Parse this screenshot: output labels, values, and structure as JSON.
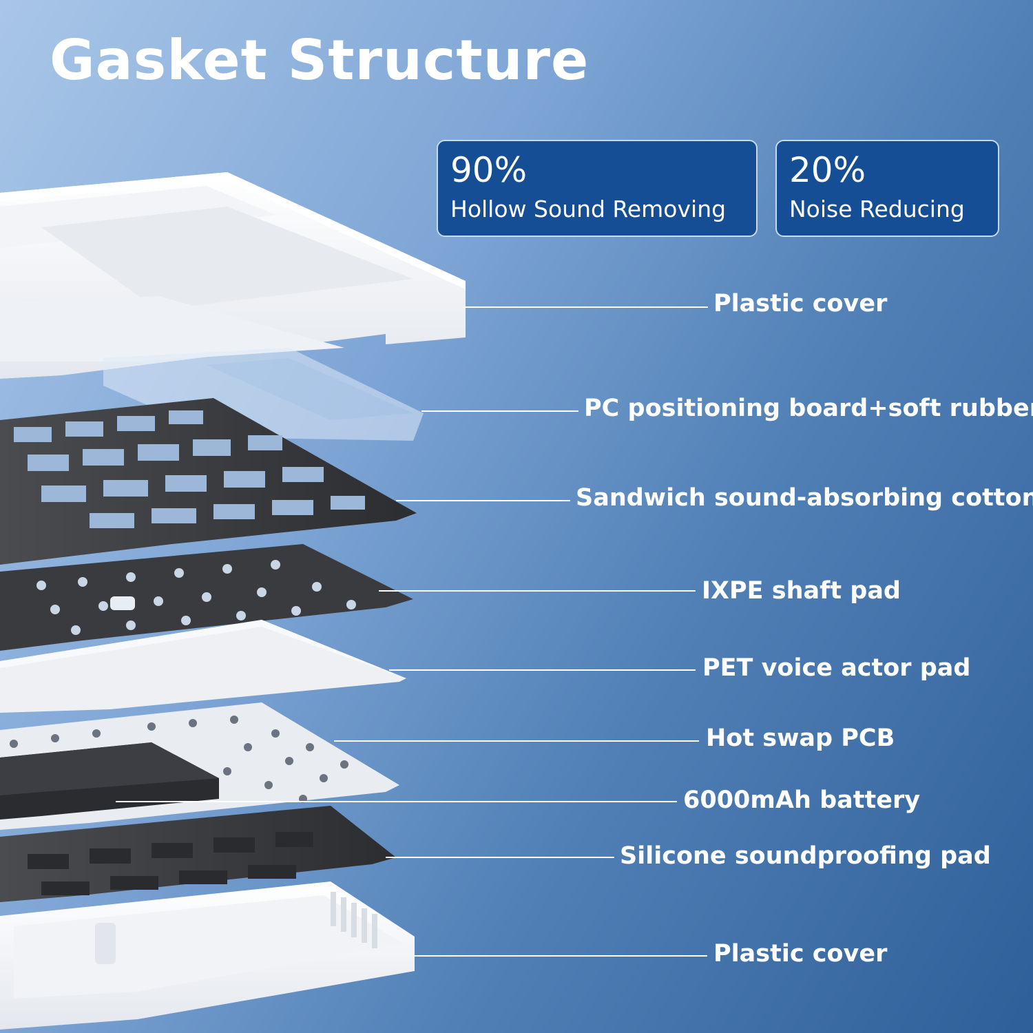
{
  "title": "Gasket Structure",
  "stats": [
    {
      "value": "90%",
      "label": "Hollow Sound Removing"
    },
    {
      "value": "20%",
      "label": "Noise Reducing"
    }
  ],
  "layers": [
    "Plastic cover",
    "PC positioning board+soft rubber",
    "Sandwich sound-absorbing cotton",
    "IXPE shaft pad",
    "PET voice actor pad",
    "Hot swap PCB",
    "6000mAh battery",
    "Silicone soundproofing pad",
    "Plastic cover"
  ],
  "colors": {
    "background_light": "#a9c6e8",
    "background_dark": "#2f5f98",
    "stat_box": "#154e95",
    "text": "#ffffff"
  }
}
